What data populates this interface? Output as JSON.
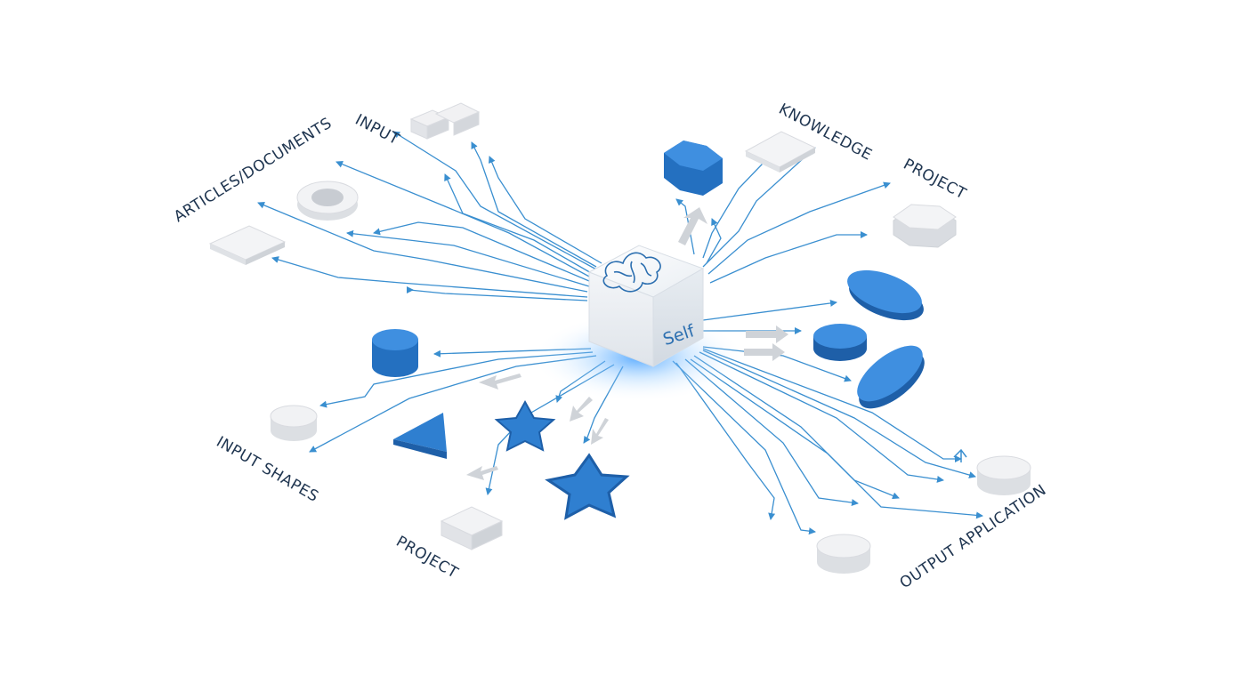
{
  "labels": {
    "input": "INPUT",
    "articles": "ARTICLES/DOCUMENTS",
    "knowledge": "KNOWLEDGE",
    "project_right": "PROJECT",
    "input_shapes": "INPUT SHAPES",
    "project_bottom": "PROJECT",
    "output_application": "OUTPUT APPLICATION"
  },
  "center_cube": {
    "label": "Self",
    "icon": "brain-icon"
  },
  "colors": {
    "accent_blue": "#2f7fd0",
    "line_blue": "#3a8fd0",
    "light_gray": "#e8e8ea",
    "label_text": "#1f3550"
  }
}
